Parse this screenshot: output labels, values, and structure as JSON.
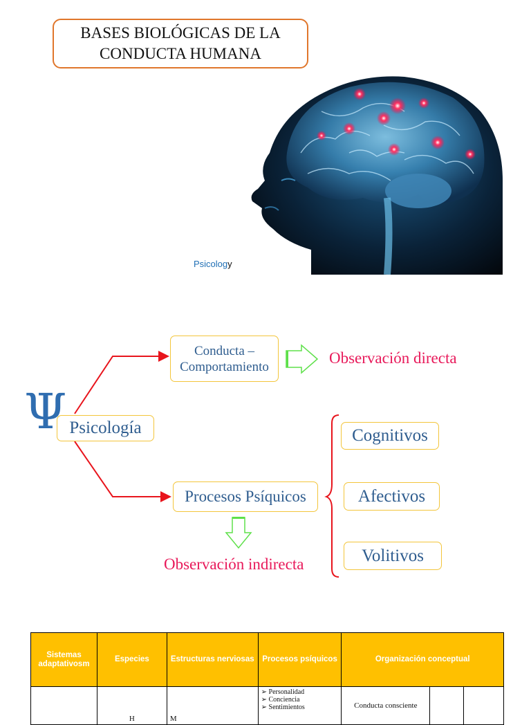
{
  "title": {
    "line1": "BASES BIOLÓGICAS DE LA",
    "line2": "CONDUCTA HUMANA"
  },
  "image_caption": {
    "main": "Psicolog",
    "last": "y"
  },
  "diagram": {
    "psi_symbol": "Ψ",
    "root": "Psicología",
    "conducta_line1": "Conducta –",
    "conducta_line2": "Comportamiento",
    "observacion_directa": "Observación directa",
    "procesos": "Procesos Psíquicos",
    "observacion_indirecta": "Observación indirecta",
    "cognitivos": "Cognitivos",
    "afectivos": "Afectivos",
    "volitivos": "Volitivos",
    "colors": {
      "arrow": "#e8141c",
      "hollow_arrow": "#5ee04a",
      "node_border": "#f3c53a",
      "node_text": "#2f5d8f",
      "accent_text": "#e8195a"
    }
  },
  "table": {
    "headers": [
      "Sistemas adaptativosm",
      "Especies",
      "Estructuras nerviosas",
      "Procesos psíquicos",
      "Organización conceptual"
    ],
    "row1": {
      "especie": "H",
      "estructuras": "M",
      "procesos": [
        "Personalidad",
        "Conciencia",
        "Sentimientos"
      ],
      "organizacion": "Conducta consciente"
    },
    "header_color": "#ffc000"
  }
}
